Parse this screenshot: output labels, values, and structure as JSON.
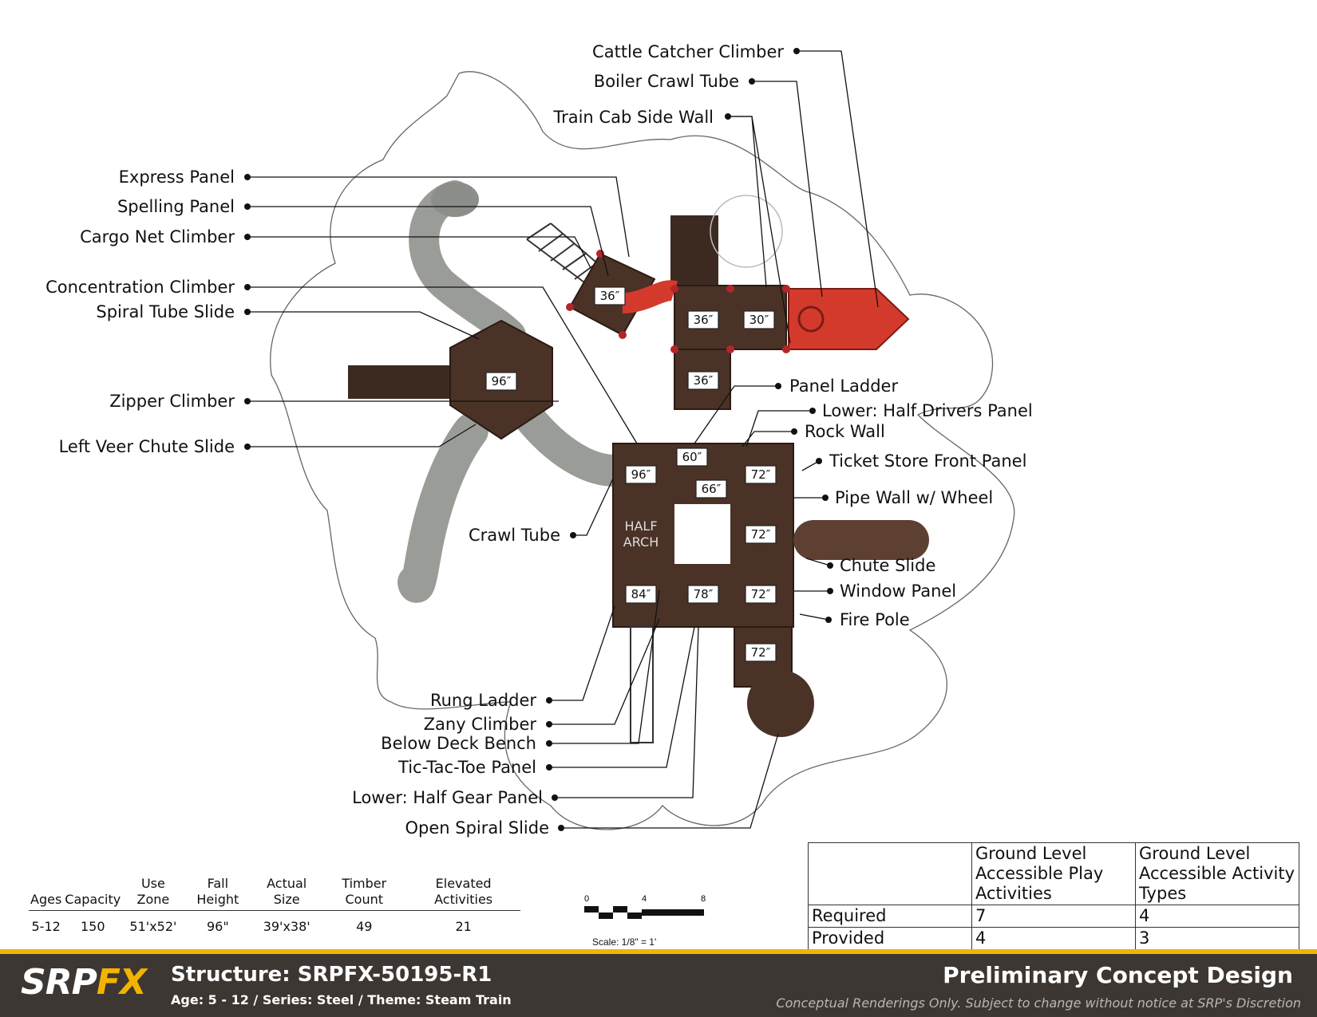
{
  "callouts": {
    "cattle_catcher_climber": "Cattle Catcher Climber",
    "boiler_crawl_tube": "Boiler Crawl Tube",
    "train_cab_side_wall": "Train Cab Side Wall",
    "express_panel": "Express Panel",
    "spelling_panel": "Spelling Panel",
    "cargo_net_climber": "Cargo Net Climber",
    "concentration_climber": "Concentration Climber",
    "spiral_tube_slide": "Spiral Tube Slide",
    "zipper_climber": "Zipper Climber",
    "left_veer_chute_slide": "Left Veer Chute Slide",
    "panel_ladder": "Panel Ladder",
    "lower_half_drivers_panel": "Lower: Half Drivers Panel",
    "rock_wall": "Rock Wall",
    "ticket_store_front_panel": "Ticket Store Front Panel",
    "pipe_wall_w_wheel": "Pipe Wall w/ Wheel",
    "crawl_tube": "Crawl Tube",
    "chute_slide": "Chute Slide",
    "window_panel": "Window Panel",
    "fire_pole": "Fire Pole",
    "rung_ladder": "Rung Ladder",
    "zany_climber": "Zany Climber",
    "below_deck_bench": "Below Deck Bench",
    "tic_tac_toe_panel": "Tic-Tac-Toe Panel",
    "lower_half_gear_panel": "Lower: Half Gear Panel",
    "open_spiral_slide": "Open Spiral Slide"
  },
  "deck_heights": {
    "cargo_deck": "36″",
    "train_deck_a": "36″",
    "train_deck_b": "30″",
    "train_deck_c": "36″",
    "hex_deck": "96″",
    "main_tl": "96″",
    "main_tm": "60″",
    "main_mid": "66″",
    "main_tr": "72″",
    "main_r2": "72″",
    "main_bl": "84″",
    "main_bm": "78″",
    "main_br": "72″",
    "slide_deck": "72″"
  },
  "half_arch_line1": "HALF",
  "half_arch_line2": "ARCH",
  "spec_table": {
    "headers": [
      "Ages",
      "Capacity",
      "Use Zone",
      "Fall Height",
      "Actual Size",
      "Timber Count",
      "Elevated Activities"
    ],
    "values": [
      "5-12",
      "150",
      "51'x52'",
      "96\"",
      "39'x38'",
      "49",
      "21"
    ]
  },
  "scale": {
    "tick_0": "0",
    "tick_4": "4",
    "tick_8": "8",
    "caption": "Scale: 1/8\" = 1'"
  },
  "accessibility": {
    "col1": "Ground Level Accessible Play Activities",
    "col2": "Ground Level Accessible Activity Types",
    "row1_label": "Required",
    "row1_v1": "7",
    "row1_v2": "4",
    "row2_label": "Provided",
    "row2_v1": "4",
    "row2_v2": "3"
  },
  "footer": {
    "logo_a": "SRP",
    "logo_b": "FX",
    "structure": "Structure: SRPFX-50195-R1",
    "subtitle": "Age: 5 - 12 / Series: Steel / Theme: Steam Train",
    "design_stage": "Preliminary Concept Design",
    "disclaimer": "Conceptual Renderings Only. Subject to change without notice at SRP's Discretion"
  },
  "colors": {
    "deck": "#4a3227",
    "train": "#d43a2c",
    "slide": "#9a9c98",
    "footer_bg": "#3d3733",
    "accent": "#f2b400"
  }
}
